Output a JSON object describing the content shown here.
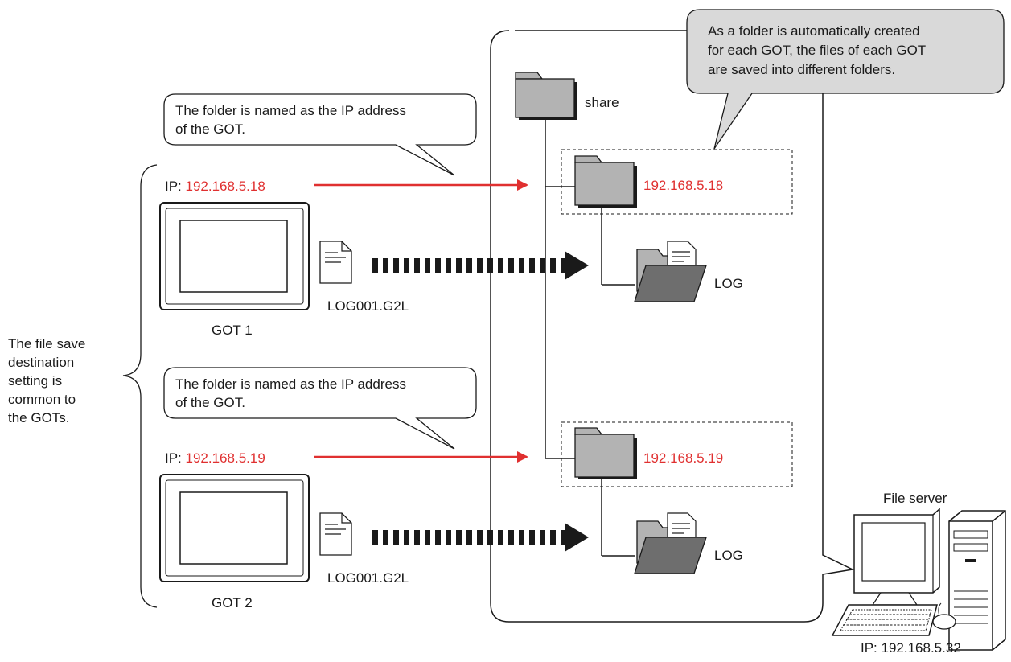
{
  "colors": {
    "ip_text": "#e03030",
    "arrow": "#e03030",
    "folder_fill": "#b3b3b3",
    "folder_open_front": "#6e6e6e",
    "callout_gray": "#d9d9d9",
    "line": "#1a1a1a"
  },
  "left_brace_note": {
    "lines": [
      "The file save",
      "destination",
      "setting is",
      "common to",
      "the GOTs."
    ]
  },
  "callouts": {
    "got1": {
      "lines": [
        "The folder is named as the IP address",
        "of the GOT."
      ]
    },
    "got2": {
      "lines": [
        "The folder is named as the IP address",
        "of the GOT."
      ]
    },
    "server": {
      "lines": [
        "As a folder is automatically created",
        "for each GOT, the files of each GOT",
        "are saved into different folders."
      ]
    }
  },
  "got1": {
    "ip_prefix": "IP: ",
    "ip": "192.168.5.18",
    "label": "GOT 1",
    "file": "LOG001.G2L"
  },
  "got2": {
    "ip_prefix": "IP: ",
    "ip": "192.168.5.19",
    "label": "GOT 2",
    "file": "LOG001.G2L"
  },
  "server_tree": {
    "root": "share",
    "folder1": "192.168.5.18",
    "sub1": "LOG",
    "folder2": "192.168.5.19",
    "sub2": "LOG"
  },
  "file_server": {
    "label": "File server",
    "ip": "IP: 192.168.5.32"
  },
  "icons": [
    "folder-icon",
    "open-folder-icon",
    "document-icon",
    "monitor-icon",
    "computer-icon"
  ]
}
